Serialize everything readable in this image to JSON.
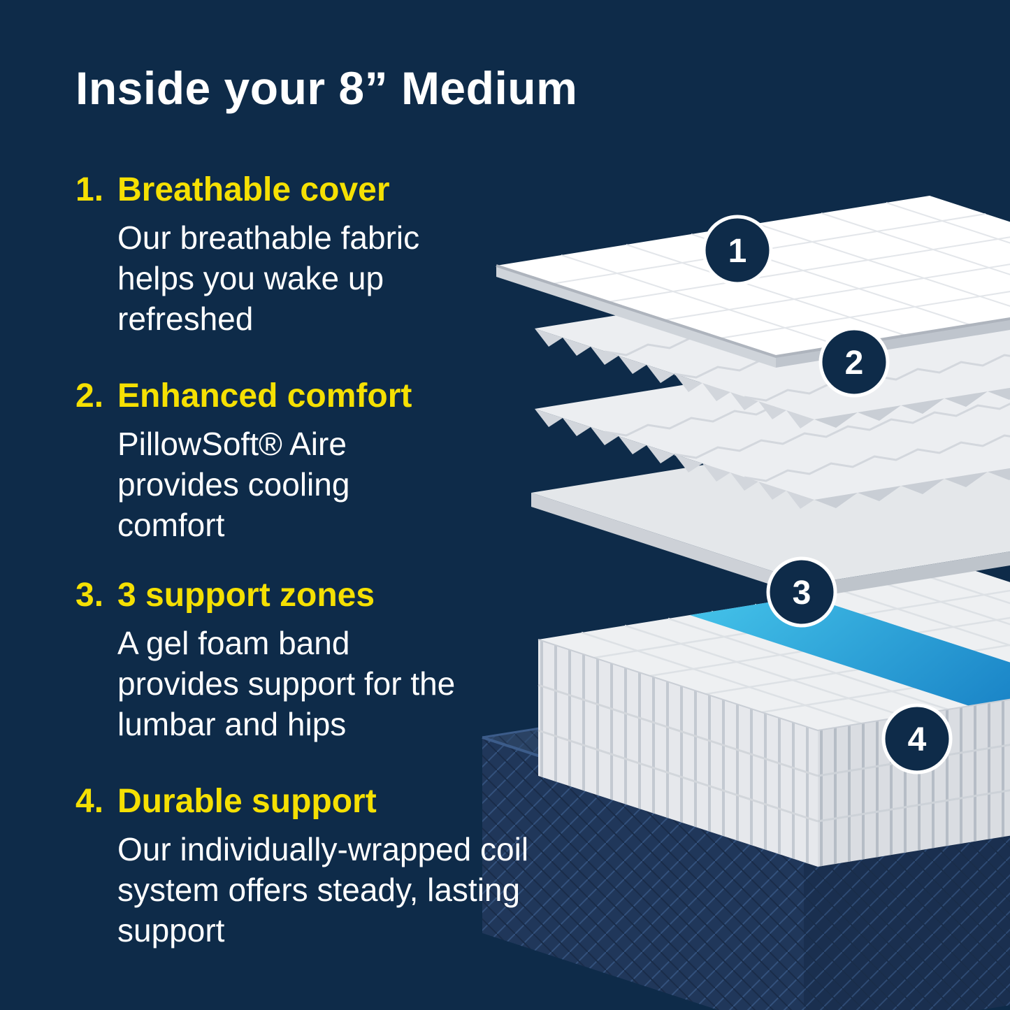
{
  "title": "Inside your 8” Medium",
  "items": [
    {
      "number": "1.",
      "heading": "Breathable cover",
      "body": "Our breathable fabric helps you wake up refreshed"
    },
    {
      "number": "2.",
      "heading": "Enhanced comfort",
      "body": "PillowSoft® Aire provides cooling comfort"
    },
    {
      "number": "3.",
      "heading": "3 support zones",
      "body": "A gel foam band provides support for the lumbar and hips"
    },
    {
      "number": "4.",
      "heading": "Durable support",
      "body": "Our individually-wrapped coil system offers steady, lasting support"
    }
  ],
  "badges": [
    "1",
    "2",
    "3",
    "4"
  ],
  "colors": {
    "background": "#0e2b49",
    "accent_yellow": "#f5e003",
    "text_white": "#ffffff",
    "badge_navy": "#0e2b49",
    "gel_blue": "#2fb7e3",
    "base_navy": "#2a4263"
  }
}
